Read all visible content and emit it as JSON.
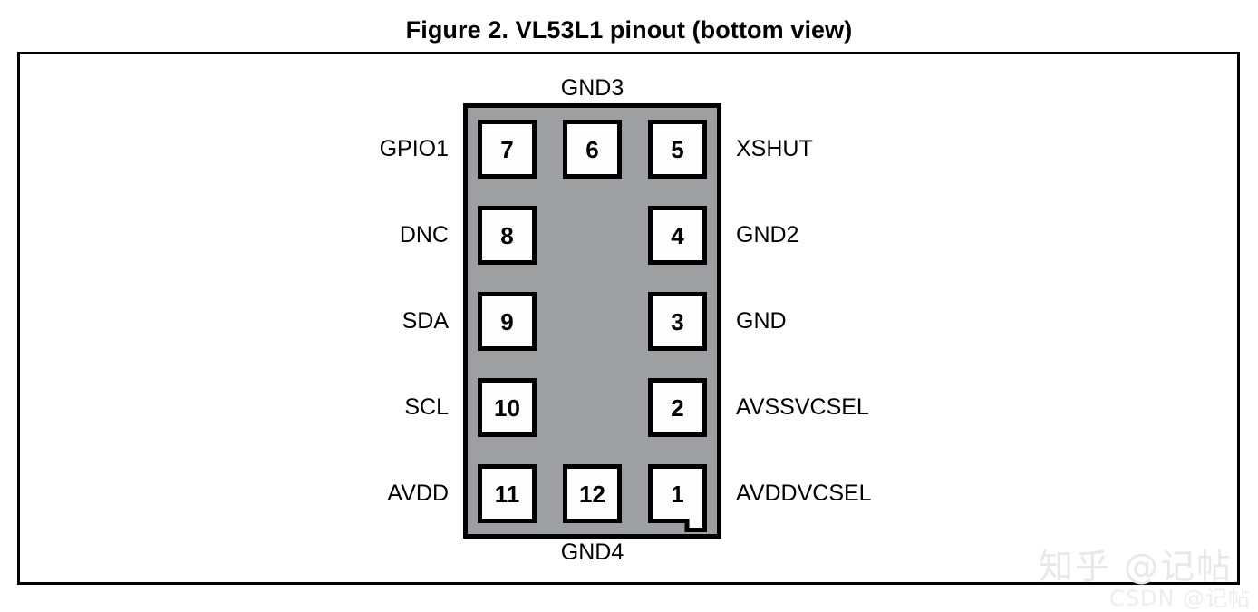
{
  "figure": {
    "title": "Figure 2. VL53L1 pinout (bottom view)"
  },
  "chart_data": {
    "type": "diagram",
    "title": "Figure 2. VL53L1 pinout (bottom view)",
    "view": "bottom view",
    "package": {
      "columns": 3,
      "rows": 5,
      "total_pins": 12,
      "body_color": "#9e9fa1",
      "pad_color": "#fdfdfd",
      "outline_color": "#000000"
    },
    "edge_labels": {
      "top": "GND3",
      "bottom": "GND4"
    },
    "pins": [
      {
        "number": "1",
        "name": "AVDDVCSEL",
        "side": "right",
        "row": 5,
        "column": 3,
        "pin1_indicator": true
      },
      {
        "number": "2",
        "name": "AVSSVCSEL",
        "side": "right",
        "row": 4,
        "column": 3,
        "pin1_indicator": false
      },
      {
        "number": "3",
        "name": "GND",
        "side": "right",
        "row": 3,
        "column": 3,
        "pin1_indicator": false
      },
      {
        "number": "4",
        "name": "GND2",
        "side": "right",
        "row": 2,
        "column": 3,
        "pin1_indicator": false
      },
      {
        "number": "5",
        "name": "XSHUT",
        "side": "right",
        "row": 1,
        "column": 3,
        "pin1_indicator": false
      },
      {
        "number": "6",
        "name": "GND3",
        "side": "top",
        "row": 1,
        "column": 2,
        "pin1_indicator": false
      },
      {
        "number": "7",
        "name": "GPIO1",
        "side": "left",
        "row": 1,
        "column": 1,
        "pin1_indicator": false
      },
      {
        "number": "8",
        "name": "DNC",
        "side": "left",
        "row": 2,
        "column": 1,
        "pin1_indicator": false
      },
      {
        "number": "9",
        "name": "SDA",
        "side": "left",
        "row": 3,
        "column": 1,
        "pin1_indicator": false
      },
      {
        "number": "10",
        "name": "SCL",
        "side": "left",
        "row": 4,
        "column": 1,
        "pin1_indicator": false
      },
      {
        "number": "11",
        "name": "AVDD",
        "side": "left",
        "row": 5,
        "column": 1,
        "pin1_indicator": false
      },
      {
        "number": "12",
        "name": "GND4",
        "side": "bottom",
        "row": 5,
        "column": 2,
        "pin1_indicator": false
      }
    ],
    "rows": [
      {
        "left_label": "GPIO1",
        "left_pin": "7",
        "middle_pin": "6",
        "right_pin": "5",
        "right_label": "XSHUT"
      },
      {
        "left_label": "DNC",
        "left_pin": "8",
        "middle_pin": "",
        "right_pin": "4",
        "right_label": "GND2"
      },
      {
        "left_label": "SDA",
        "left_pin": "9",
        "middle_pin": "",
        "right_pin": "3",
        "right_label": "GND"
      },
      {
        "left_label": "SCL",
        "left_pin": "10",
        "middle_pin": "",
        "right_pin": "2",
        "right_label": "AVSSVCSEL"
      },
      {
        "left_label": "AVDD",
        "left_pin": "11",
        "middle_pin": "12",
        "right_pin": "1",
        "right_label": "AVDDVCSEL"
      }
    ]
  },
  "pads": {
    "p7": "7",
    "p6": "6",
    "p5": "5",
    "p8": "8",
    "p4": "4",
    "p9": "9",
    "p3": "3",
    "p10": "10",
    "p2": "2",
    "p11": "11",
    "p12": "12",
    "p1": "1"
  },
  "labels": {
    "gnd3": "GND3",
    "gnd4": "GND4",
    "left": {
      "r1": "GPIO1",
      "r2": "DNC",
      "r3": "SDA",
      "r4": "SCL",
      "r5": "AVDD"
    },
    "right": {
      "r1": "XSHUT",
      "r2": "GND2",
      "r3": "GND",
      "r4": "AVSSVCSEL",
      "r5": "AVDDVCSEL"
    }
  },
  "watermarks": {
    "zhihu": "知乎 @记帖",
    "csdn": "CSDN @记帖"
  }
}
